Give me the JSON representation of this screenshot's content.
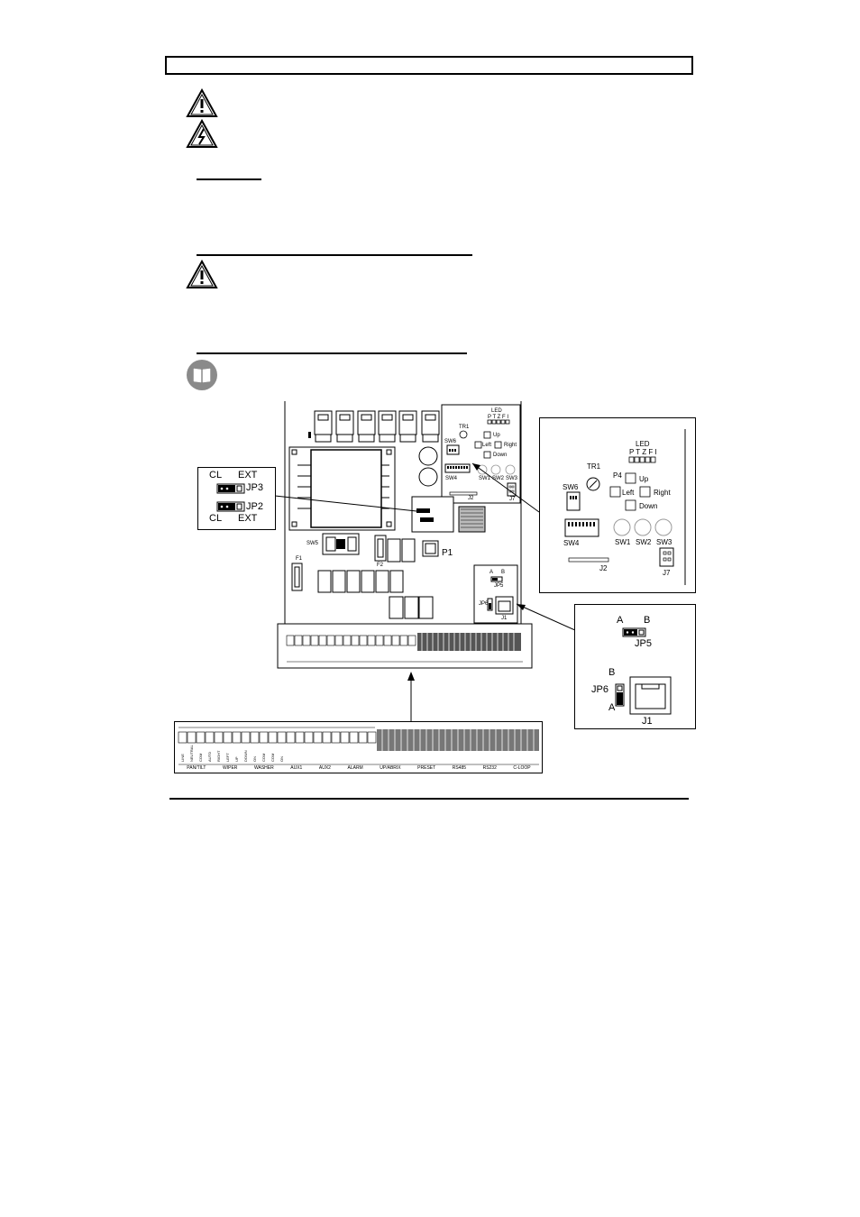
{
  "jumper_inset": {
    "top_left": "CL",
    "top_right": "EXT",
    "jp3": "JP3",
    "jp2": "JP2",
    "bottom_left": "CL",
    "bottom_right": "EXT"
  },
  "board": {
    "tr1": "TR1",
    "sw6": "SW6",
    "sw4": "SW4",
    "sw5": "SW5",
    "sw1": "SW1",
    "sw2": "SW2",
    "sw3": "SW3",
    "led": "LED",
    "led_letters": "P T Z F I",
    "up": "Up",
    "left": "Left",
    "right": "Right",
    "down": "Down",
    "j2": "J2",
    "j7": "J7",
    "p1": "P1",
    "f1": "F1",
    "f2": "F2",
    "jp5": "JP5",
    "jp6": "JP6",
    "j1": "J1",
    "a": "A",
    "b": "B"
  },
  "detail_inset": {
    "led": "LED",
    "led_letters": "P T Z F I",
    "tr1": "TR1",
    "p4": "P4",
    "up": "Up",
    "left": "Left",
    "right": "Right",
    "down": "Down",
    "sw6": "SW6",
    "sw4": "SW4",
    "sw1": "SW1",
    "sw2": "SW2",
    "sw3": "SW3",
    "j2": "J2",
    "j7": "J7"
  },
  "jp_inset": {
    "a_top": "A",
    "b_top": "B",
    "jp5": "JP5",
    "b_side": "B",
    "jp6": "JP6",
    "a_side": "A",
    "j1": "J1"
  },
  "terminal_groups": [
    "PAN/TILT",
    "WIPER",
    "WASHER",
    "AUX1",
    "AUX2",
    "ALARM",
    "UP/ABRIX",
    "PRESET",
    "RS485",
    "RS232",
    "C-LOOP"
  ],
  "terminal_pins": [
    "LINE",
    "NEUTRAL",
    "COM",
    "AUTO",
    "RIGHT",
    "LEFT",
    "UP",
    "DOWN",
    "",
    "ON",
    "COM",
    "",
    "COM",
    "ON",
    "",
    "",
    "",
    "",
    ""
  ],
  "colors": {
    "ink": "#000000",
    "book_icon_bg": "#8a8a8a"
  }
}
